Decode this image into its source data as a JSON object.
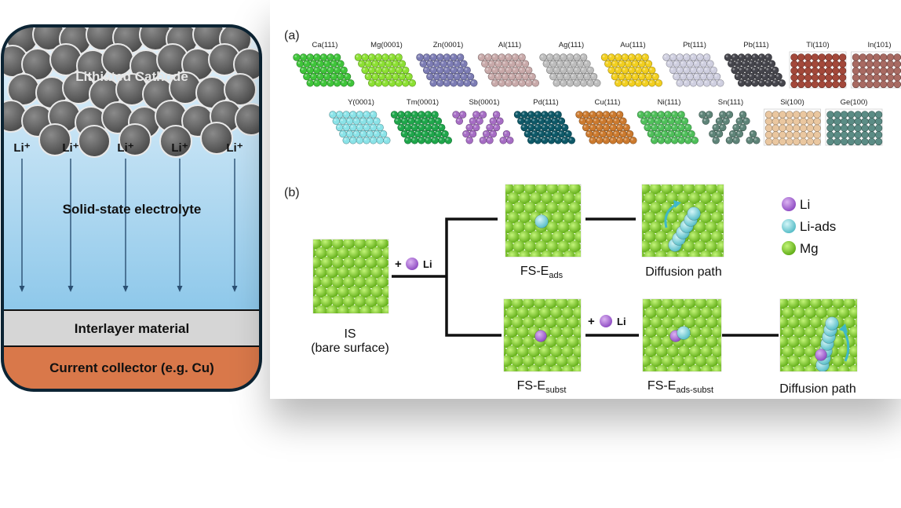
{
  "cell": {
    "cathode_label": "Lithiated Cathode",
    "ion_label": "Li⁺",
    "electrolyte_label": "Solid-state electrolyte",
    "interlayer_label": "Interlayer material",
    "collector_label": "Current collector (e.g. Cu)"
  },
  "panel_a": {
    "label": "(a)",
    "row1": [
      {
        "name": "Ca(111)",
        "color": "#3fc43a",
        "pattern": "hex"
      },
      {
        "name": "Mg(0001)",
        "color": "#8ce033",
        "pattern": "hex"
      },
      {
        "name": "Zn(0001)",
        "color": "#7c7cb4",
        "pattern": "hex"
      },
      {
        "name": "Al(111)",
        "color": "#c8a9a9",
        "pattern": "hex"
      },
      {
        "name": "Ag(111)",
        "color": "#bdbdbd",
        "pattern": "hex"
      },
      {
        "name": "Au(111)",
        "color": "#f2cf1f",
        "pattern": "hex"
      },
      {
        "name": "Pt(111)",
        "color": "#cfcfe0",
        "pattern": "hex"
      },
      {
        "name": "Pb(111)",
        "color": "#45454c",
        "pattern": "hex"
      },
      {
        "name": "Tl(110)",
        "color": "#a3483a",
        "pattern": "square"
      },
      {
        "name": "In(101)",
        "color": "#a86a62",
        "pattern": "square"
      }
    ],
    "row2": [
      {
        "name": "Y(0001)",
        "color": "#8be3e8",
        "pattern": "hex"
      },
      {
        "name": "Tm(0001)",
        "color": "#1fa64b",
        "pattern": "hex"
      },
      {
        "name": "Sb(0001)",
        "color": "#a66dc4",
        "pattern": "hexsparse"
      },
      {
        "name": "Pd(111)",
        "color": "#0e5968",
        "pattern": "hex"
      },
      {
        "name": "Cu(111)",
        "color": "#cc7a2e",
        "pattern": "hex"
      },
      {
        "name": "Ni(111)",
        "color": "#4fbf5a",
        "pattern": "hex"
      },
      {
        "name": "Sn(111)",
        "color": "#5e8478",
        "pattern": "hexsparse"
      },
      {
        "name": "Si(100)",
        "color": "#eac7a0",
        "pattern": "square"
      },
      {
        "name": "Ge(100)",
        "color": "#5b8c85",
        "pattern": "square"
      }
    ]
  },
  "panel_b": {
    "label": "(b)",
    "is_label": "IS",
    "is_sublabel": "(bare surface)",
    "plus_li": "+",
    "li_text": "Li",
    "fs_prefix": "FS-E",
    "ads_sub": "ads",
    "subst_sub": "subst",
    "ads_subst_sub": "ads-subst",
    "diffusion_label": "Diffusion path",
    "legend": [
      {
        "name": "Li",
        "color": "#a864d8"
      },
      {
        "name": "Li-ads",
        "color": "#7fd8e0"
      },
      {
        "name": "Mg",
        "color": "#74d10f"
      }
    ],
    "colors": {
      "mg": "#86dd14",
      "li": "#a864d8",
      "li_ads": "#86dde4"
    }
  }
}
